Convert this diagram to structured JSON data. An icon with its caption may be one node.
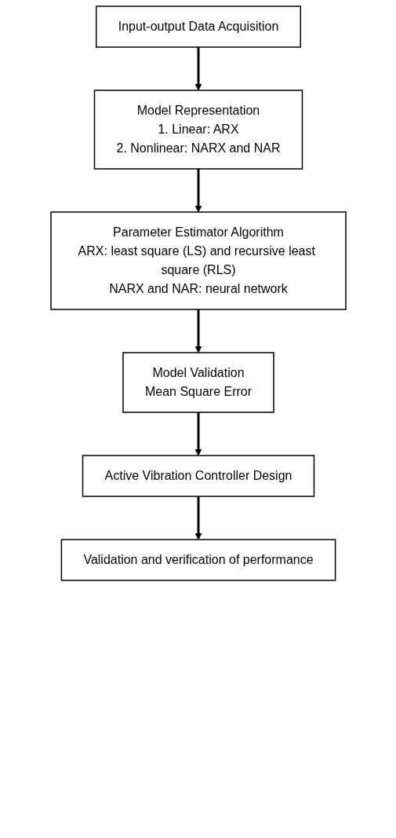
{
  "diagram": {
    "nodes": [
      {
        "text": [
          "Input-output Data Acquisition"
        ]
      },
      {
        "text": [
          "Model Representation",
          "1. Linear: ARX",
          "2. Nonlinear: NARX and NAR"
        ]
      },
      {
        "text": [
          "Parameter Estimator Algorithm",
          "ARX: least square (LS) and recursive least square (RLS)",
          "NARX and NAR: neural network"
        ]
      },
      {
        "text": [
          "Model Validation",
          "Mean Square Error"
        ]
      },
      {
        "text": [
          "Active Vibration Controller Design"
        ]
      },
      {
        "text": [
          "Validation and verification of performance"
        ]
      }
    ],
    "edges": [
      {
        "from": 0,
        "to": 1,
        "arrow": "to"
      },
      {
        "from": 1,
        "to": 2,
        "arrow": "to"
      },
      {
        "from": 2,
        "to": 3,
        "arrow": "to"
      },
      {
        "from": 3,
        "to": 4,
        "arrow": "to"
      },
      {
        "from": 4,
        "to": 5,
        "arrow": "to"
      }
    ]
  }
}
